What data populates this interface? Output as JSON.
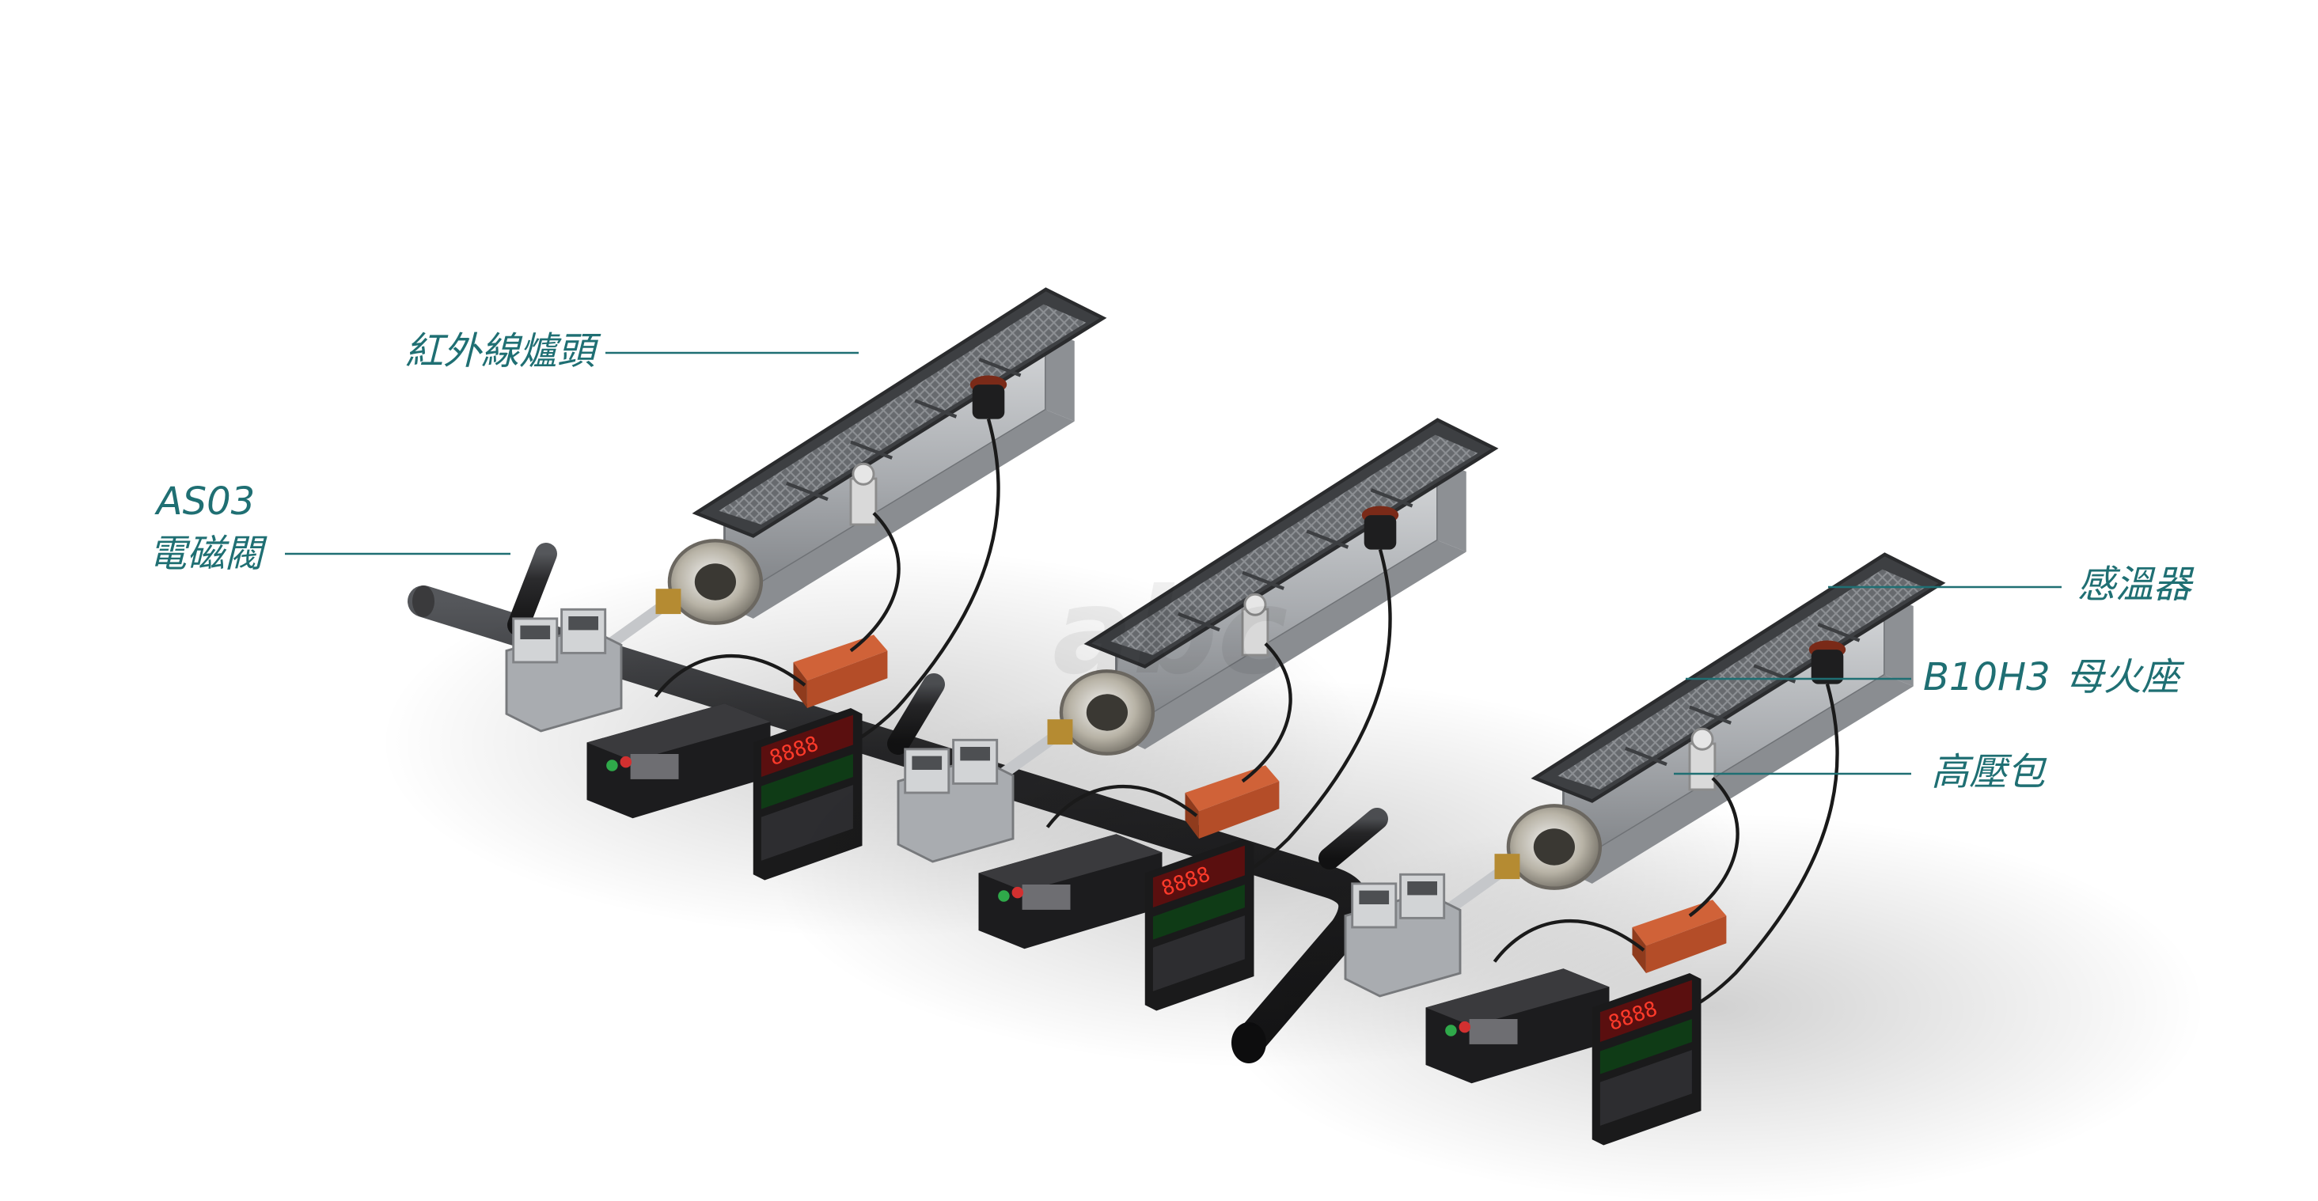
{
  "colors": {
    "accent": "#1f6f73",
    "pipe": "#2b2b2d",
    "steel": "#b9bcbf",
    "grid": "#5a5c60",
    "controller": "#1c1c1e",
    "ignitor": "#c4542e",
    "display": "#c81e1e",
    "background": "#ffffff"
  },
  "labels": {
    "burner": "紅外線爐頭",
    "valve_model": "AS03",
    "valve_name": "電磁閥",
    "temp_sensor": "感溫器",
    "pilot_model": "B10H3",
    "pilot_name": "母火座",
    "ignition_coil": "高壓包"
  },
  "watermark": "abc",
  "icons": [
    "burner",
    "solenoid-valve",
    "gas-pipe",
    "controller-box",
    "temperature-display",
    "ignition-coil",
    "temperature-sensor",
    "pilot-burner"
  ]
}
